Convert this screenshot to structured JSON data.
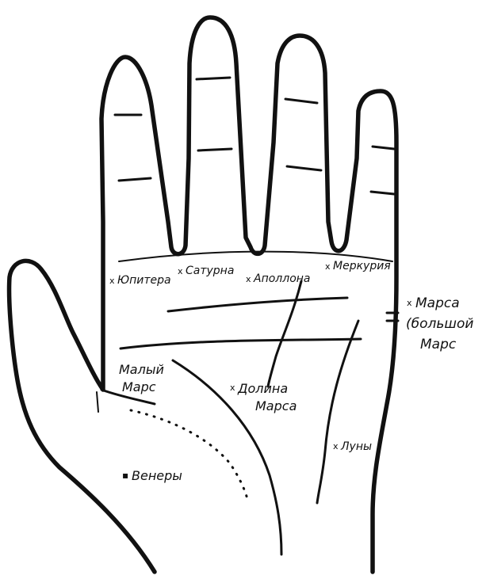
{
  "labels": {
    "jupiter": "Юпитера",
    "saturn": "Сатурна",
    "apollo": "Аполлона",
    "mercury": "Меркурия",
    "mars_big_1": "Марса",
    "mars_big_2": "(большой",
    "mars_big_3": "Марс",
    "mars_small_1": "Малый",
    "mars_small_2": "Марс",
    "plain_1": "Долина",
    "plain_2": "Марса",
    "moon": "Луны",
    "venus": "Венеры"
  },
  "colors": {
    "ink": "#111111",
    "paper": "#ffffff"
  }
}
